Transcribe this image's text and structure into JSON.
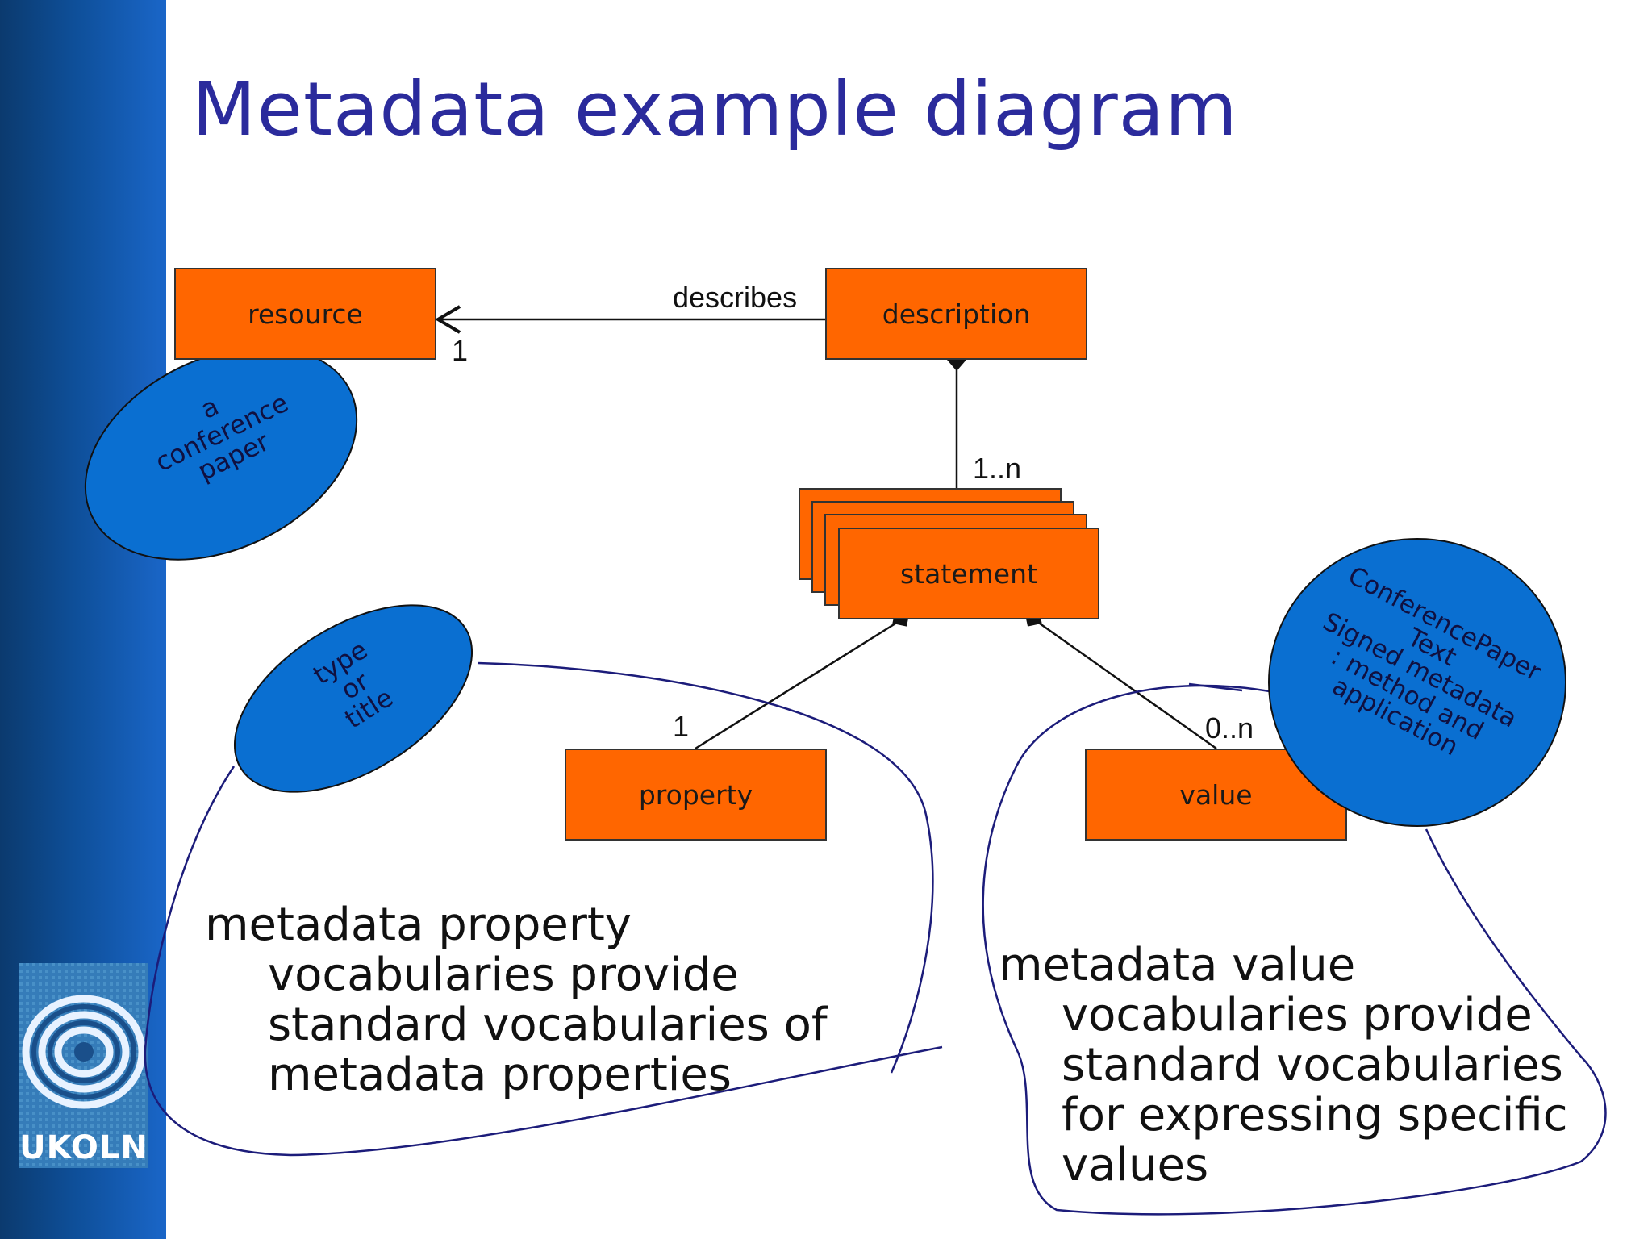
{
  "title": "Metadata example diagram",
  "logo": {
    "text": "UKOLN"
  },
  "boxes": {
    "resource": "resource",
    "description": "description",
    "statement": "statement",
    "property": "property",
    "value": "value"
  },
  "labels": {
    "describes": "describes",
    "resource_multiplicity": "1",
    "statement_multiplicity": "1..n",
    "property_multiplicity": "1",
    "value_multiplicity": "0..n"
  },
  "ellipses": {
    "resource_example": "a\nconference\npaper",
    "property_example": "type\nor\ntitle",
    "value_example": "ConferencePaper\nText\nSigned metadata\n: method and\napplication"
  },
  "notes": {
    "property_note_first": "metadata property",
    "property_note_rest": "vocabularies provide standard vocabularies of metadata properties",
    "value_note_first": "metadata value",
    "value_note_rest": "vocabularies provide standard vocabularies for expressing specific values"
  },
  "colors": {
    "box_fill": "#ff6600",
    "ellipse_fill": "#0a6fd1",
    "title": "#2b2b9c",
    "annotation_ink": "#1c1c7a"
  }
}
